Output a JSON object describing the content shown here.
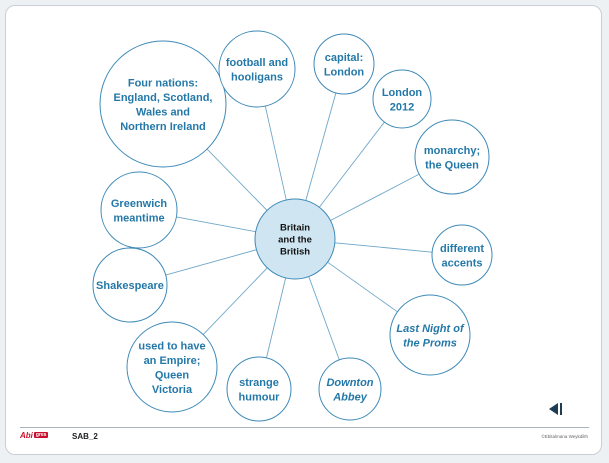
{
  "center": {
    "lines": [
      "Britain",
      "and the",
      "British"
    ]
  },
  "bubbles": [
    {
      "id": "four-nations",
      "lines": [
        "Four nations:",
        "England, Scotland,",
        "Wales and",
        "Northern Ireland"
      ],
      "italic": false
    },
    {
      "id": "football",
      "lines": [
        "football and",
        "hooligans"
      ],
      "italic": false
    },
    {
      "id": "capital",
      "lines": [
        "capital:",
        "London"
      ],
      "italic": false
    },
    {
      "id": "london-2012",
      "lines": [
        "London",
        "2012"
      ],
      "italic": false
    },
    {
      "id": "monarchy",
      "lines": [
        "monarchy;",
        "the Queen"
      ],
      "italic": false
    },
    {
      "id": "accents",
      "lines": [
        "different",
        "accents"
      ],
      "italic": false
    },
    {
      "id": "proms",
      "lines": [
        "Last Night of",
        "the Proms"
      ],
      "italic": true
    },
    {
      "id": "downton",
      "lines": [
        "Downton",
        "Abbey"
      ],
      "italic": true
    },
    {
      "id": "humour",
      "lines": [
        "strange",
        "humour"
      ],
      "italic": false
    },
    {
      "id": "empire",
      "lines": [
        "used to have",
        "an Empire;",
        "Queen",
        "Victoria"
      ],
      "italic": false
    },
    {
      "id": "shakespeare",
      "lines": [
        "Shakespeare"
      ],
      "italic": false
    },
    {
      "id": "greenwich",
      "lines": [
        "Greenwich",
        "meantime"
      ],
      "italic": false
    }
  ],
  "footer": {
    "logo_text": "Abi",
    "logo_badge": "gres",
    "code": "SAB_2",
    "copyright": "©Ebitalmana Weykdilth"
  },
  "colors": {
    "bubble_stroke": "#3e8ab8",
    "bubble_text": "#2478a8",
    "center_fill": "#cfe6f2",
    "connector": "#6fa7c9",
    "brand": "#c8102e"
  },
  "icons": {
    "back_button": "back-arrow-icon"
  }
}
